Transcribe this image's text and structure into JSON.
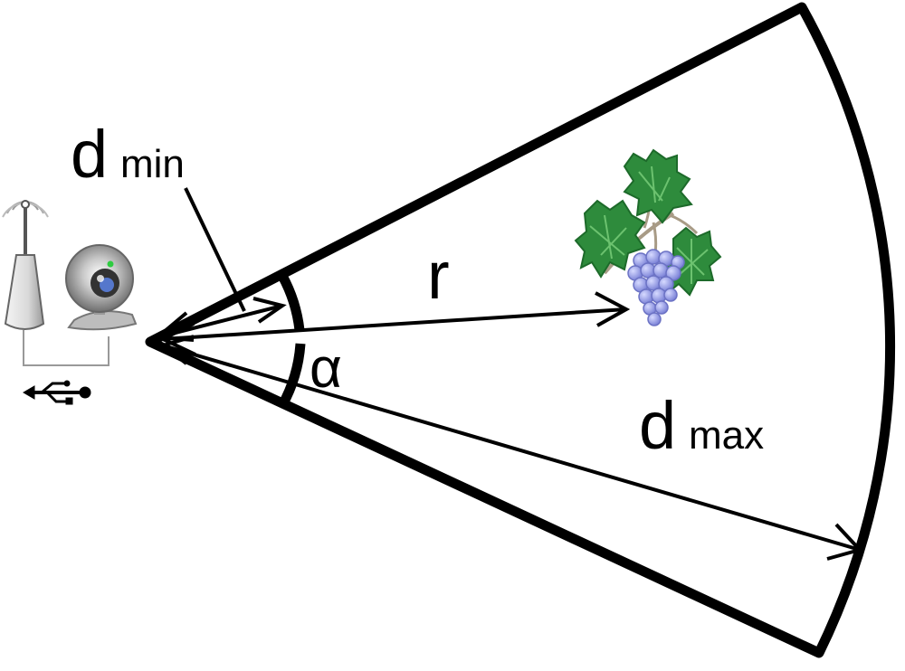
{
  "labels": {
    "d_min": {
      "base": "d",
      "sub": "min"
    },
    "d_max": {
      "base": "d",
      "sub": "max"
    },
    "r": "r",
    "alpha": "α"
  },
  "icons": {
    "router": "wireless-router-icon",
    "webcam": "webcam-icon",
    "usb": "usb-icon",
    "grape": "grape-vine-icon"
  },
  "colors": {
    "stroke": "#000000",
    "leaf": "#2e8b3c",
    "leaf_light": "#6cc26f",
    "grape": "#8f96e6",
    "vine": "#a89b86"
  }
}
